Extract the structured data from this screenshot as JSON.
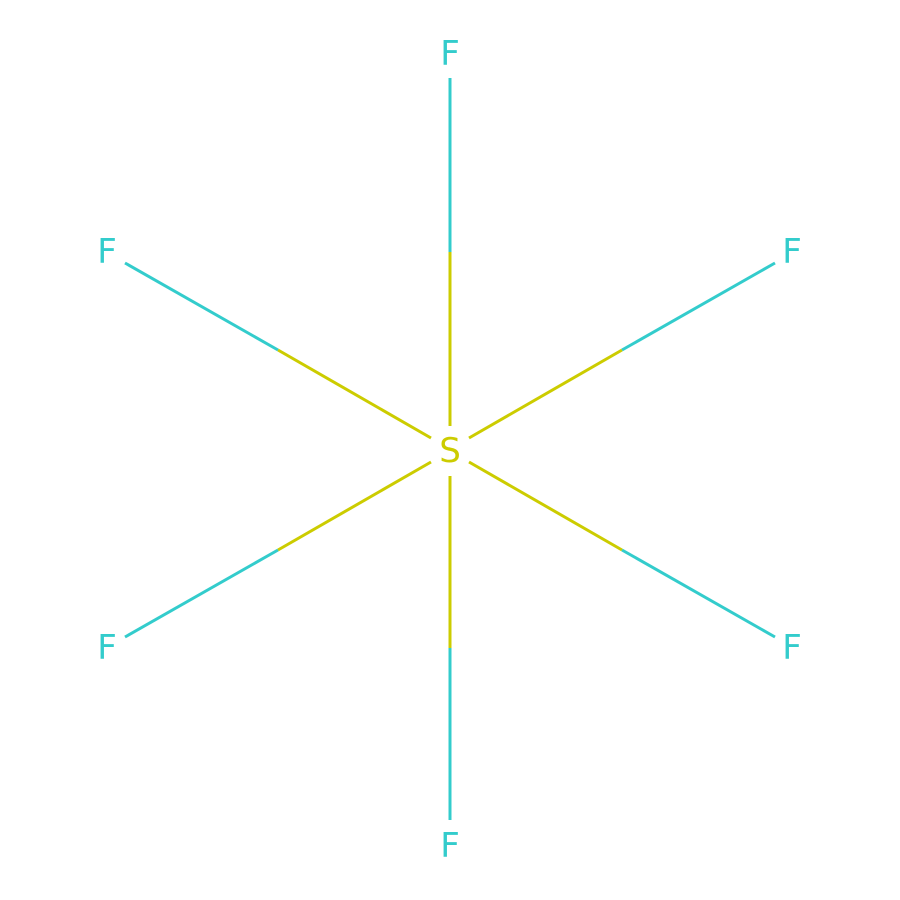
{
  "molecule": {
    "center_atom": {
      "symbol": "S",
      "color": "#CCCC00"
    },
    "ligands": [
      {
        "symbol": "F",
        "color": "#33CCCC",
        "direction": "up"
      },
      {
        "symbol": "F",
        "color": "#33CCCC",
        "direction": "upper-right"
      },
      {
        "symbol": "F",
        "color": "#33CCCC",
        "direction": "lower-right"
      },
      {
        "symbol": "F",
        "color": "#33CCCC",
        "direction": "down"
      },
      {
        "symbol": "F",
        "color": "#33CCCC",
        "direction": "lower-left"
      },
      {
        "symbol": "F",
        "color": "#33CCCC",
        "direction": "upper-left"
      }
    ],
    "bond_type": "single",
    "background": "#FFFFFF"
  }
}
